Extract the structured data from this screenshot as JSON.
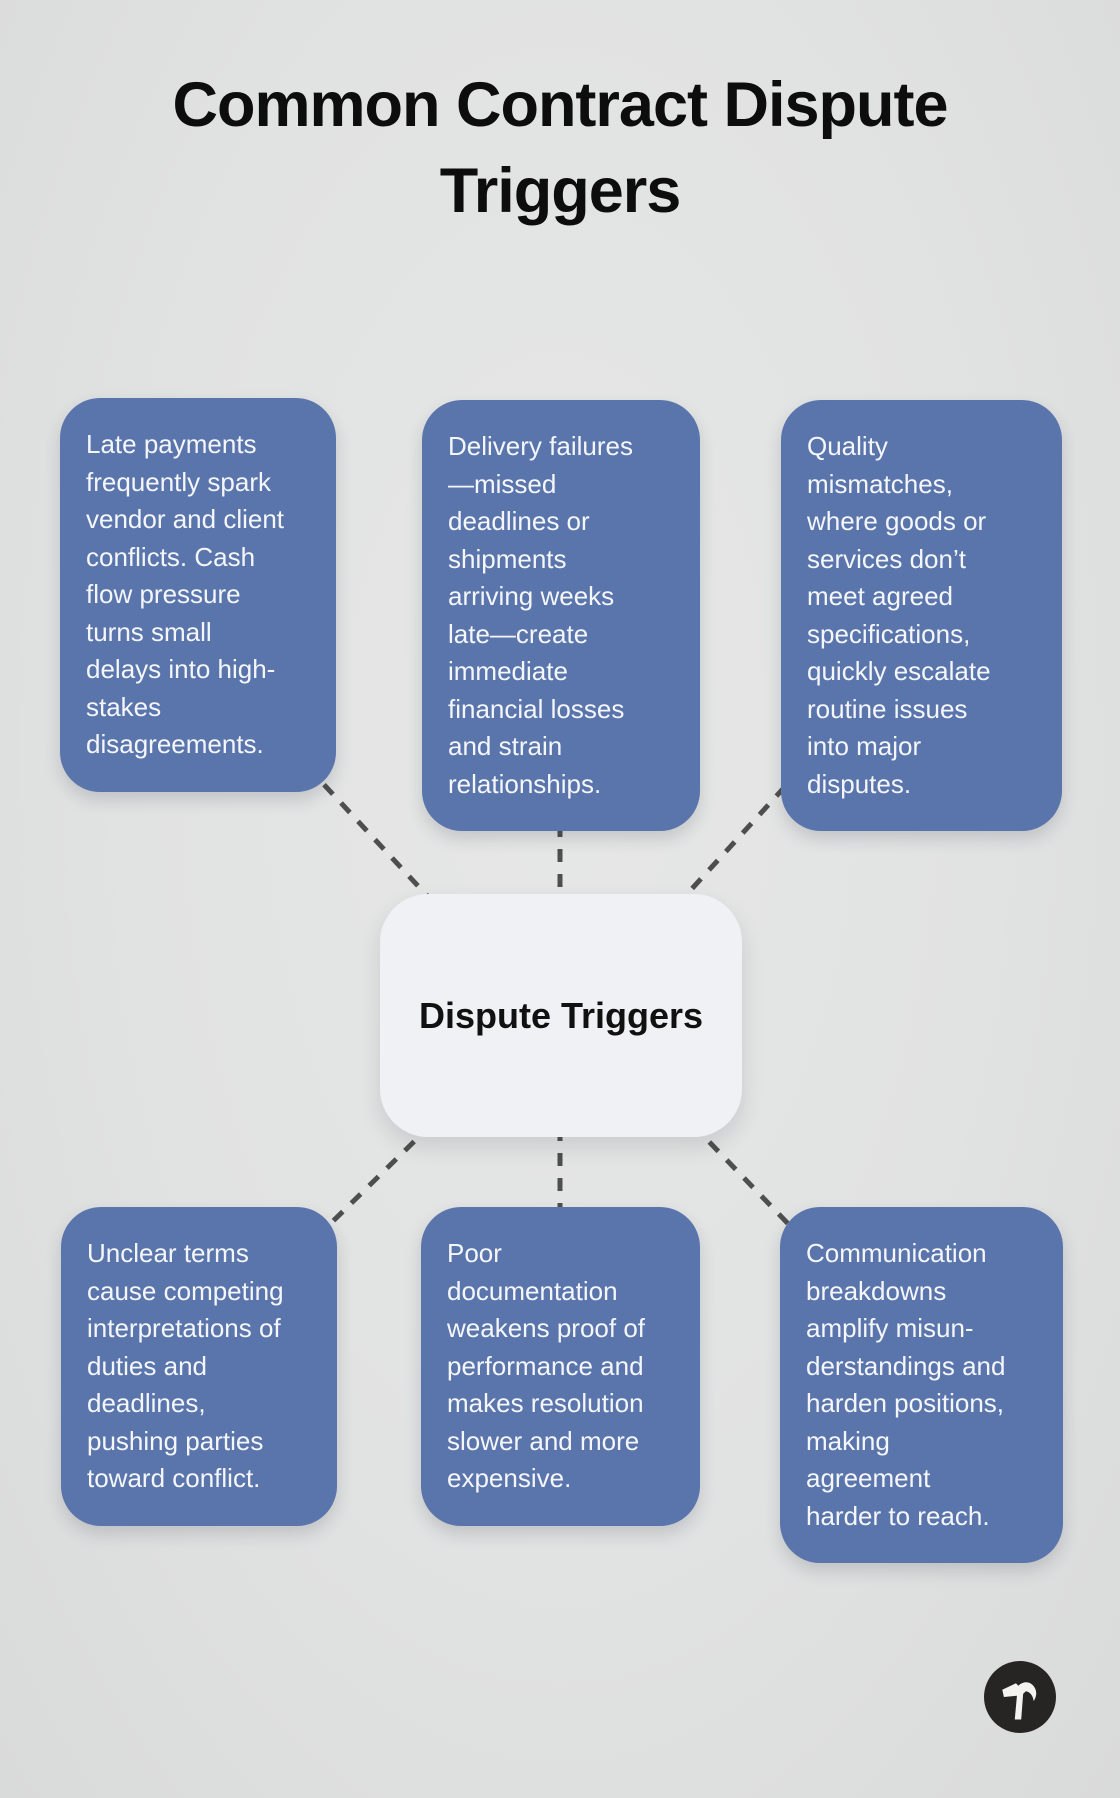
{
  "page": {
    "title": "Common Contract Dispute\nTriggers"
  },
  "center_node": {
    "label": "Dispute Triggers"
  },
  "nodes": [
    {
      "id": "late-payments",
      "text": "Late payments\nfrequently spark\nvendor and client\nconflicts. Cash\nflow pressure\nturns small\ndelays into high-\nstakes\ndisagreements."
    },
    {
      "id": "delivery-failures",
      "text": "Delivery failures\n—missed\ndeadlines or\nshipments\narriving weeks\nlate—create\nimmediate\nfinancial losses\nand strain\nrelationships."
    },
    {
      "id": "quality-mismatches",
      "text": "Quality\nmismatches,\nwhere goods or\nservices don’t\nmeet agreed\nspecifications,\nquickly escalate\nroutine issues\ninto major\ndisputes."
    },
    {
      "id": "unclear-terms",
      "text": "Unclear terms\ncause competing\ninterpretations of\nduties and\ndeadlines,\npushing parties\ntoward conflict."
    },
    {
      "id": "poor-documentation",
      "text": "Poor\ndocumentation\nweakens proof of\nperformance and\nmakes resolution\nslower and more\nexpensive."
    },
    {
      "id": "communication-breakdowns",
      "text": "Communication\nbreakdowns\namplify misun-\nderstandings and\nharden positions,\nmaking\nagreement\nharder to reach."
    }
  ],
  "icons": {
    "logo": "hammer-icon"
  },
  "colors": {
    "background": "#e1e2e2",
    "trigger_box": "#5a75ac",
    "trigger_text": "#f4f6fa",
    "center_node_bg": "#f0f1f4",
    "center_node_text": "#111111",
    "connector": "#4e4e4e",
    "title_text": "#0d0d0d",
    "logo_bg": "#272523",
    "logo_glyph": "#f4f3f0"
  }
}
